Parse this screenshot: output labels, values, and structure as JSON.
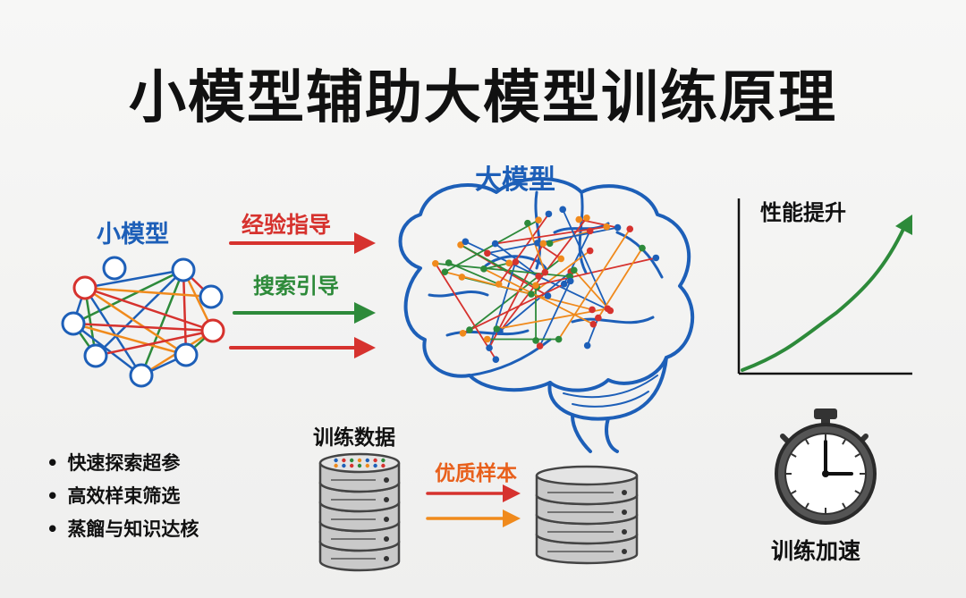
{
  "title": "小模型辅助大模型训练原理",
  "small_model": {
    "label": "小模型"
  },
  "large_model": {
    "label": "大模型"
  },
  "arrows": {
    "label_1": "经验指导",
    "label_2": "搜索引导"
  },
  "performance": {
    "label": "性能提升"
  },
  "training_data": {
    "label": "训练数据"
  },
  "quality_samples": {
    "label": "优质样本"
  },
  "speed": {
    "label": "训练加速"
  },
  "bullets": [
    "快速探索超参",
    "高效样束筛选",
    "蒸餾与知识达核"
  ],
  "colors": {
    "blue": "#1d5fb8",
    "red": "#d6322e",
    "green": "#2d8a3a",
    "orange": "#f08a1c"
  }
}
